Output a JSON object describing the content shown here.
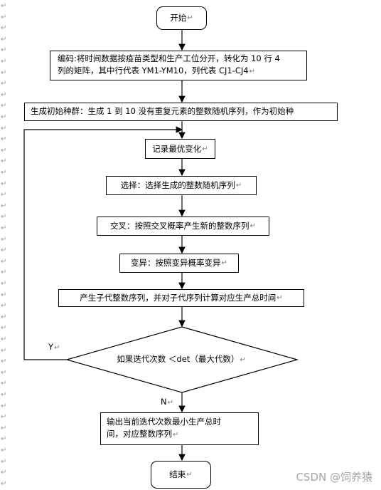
{
  "flowchart": {
    "start": "开始",
    "encode_line1": "编码:将时间数据按疫苗类型和生产工位分开，转化为 10 行 4",
    "encode_line2": "列的矩阵，其中行代表 YM1-YM10，列代表 CJ1-CJ4",
    "init_population": "生成初始种群：生成 1 到 10 没有重复元素的整数随机序列，作为初始种",
    "record_best": "记录最优变化",
    "selection": "选择：选择生成的整数随机序列",
    "crossover": "交叉：按照交叉概率产生新的整数序列",
    "mutation": "变异：按照变异概率变异",
    "offspring": "产生子代整数序列，并对子代序列计算对应生产总时间",
    "condition": "如果迭代次数 ＜det（最大代数）",
    "yes_label": "Y",
    "no_label": "N",
    "output_line1": "输出当前迭代次数最小生产总时",
    "output_line2": "间，对应整数序列",
    "end": "结束"
  },
  "paragraph_mark": "↵",
  "watermark": "CSDN @饲养猿"
}
